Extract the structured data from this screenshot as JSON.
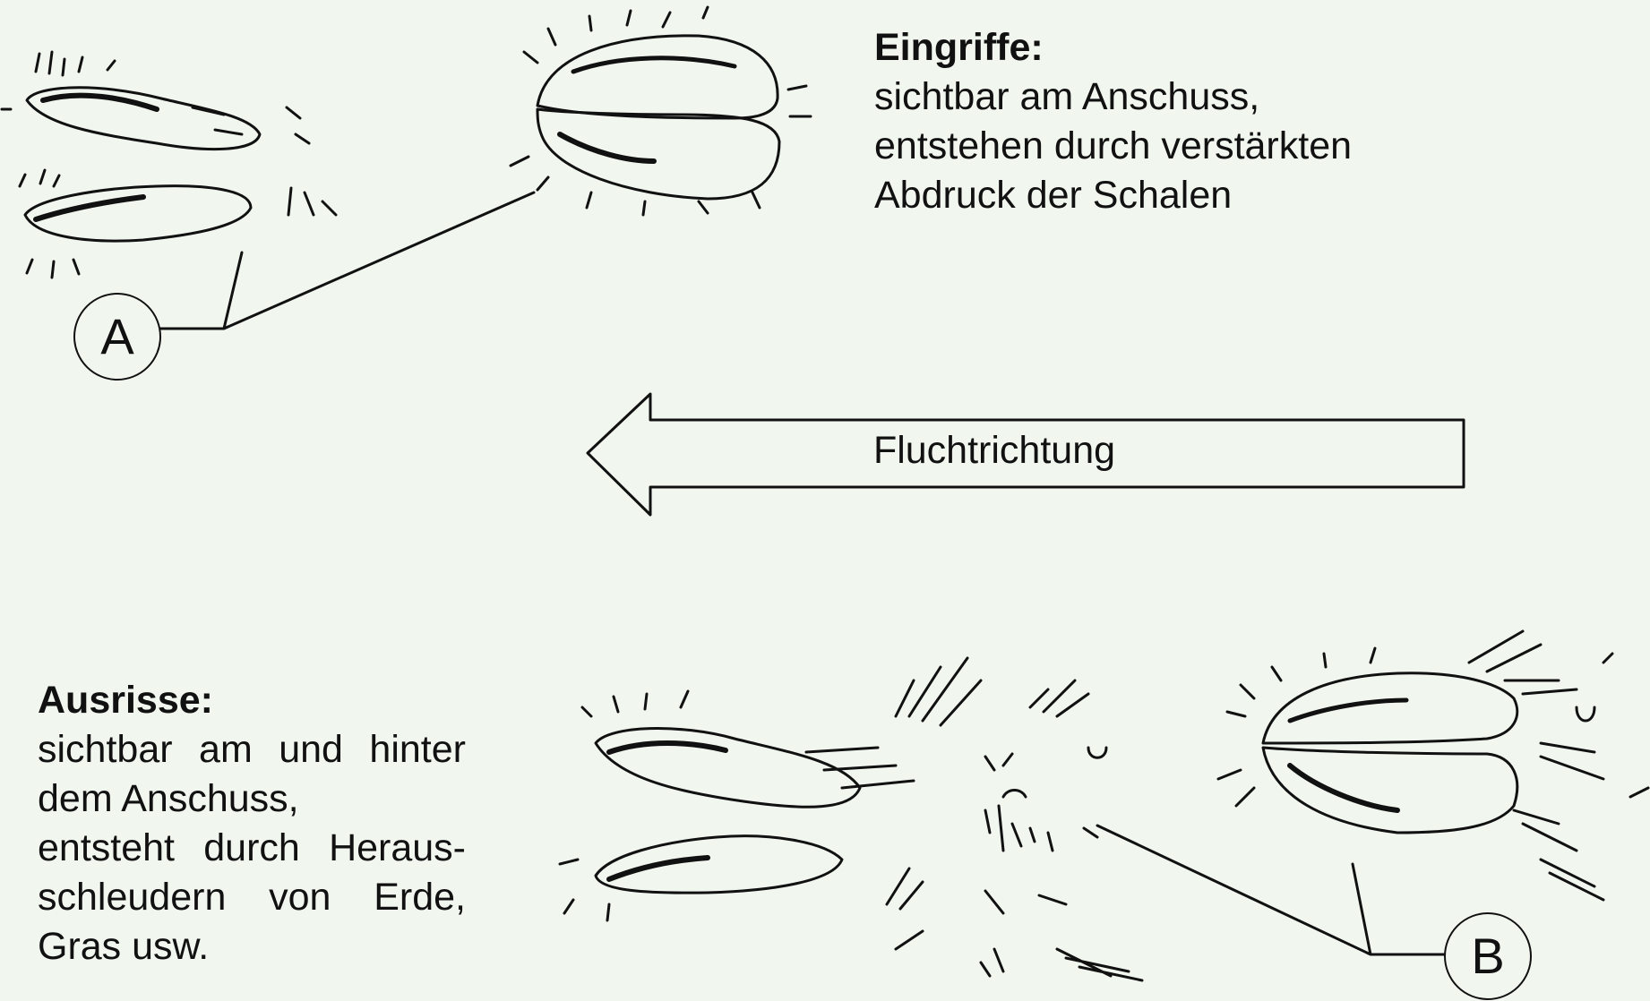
{
  "eingriffe": {
    "heading": "Eingriffe:",
    "lines": [
      "sichtbar am Anschuss,",
      "entstehen durch verstärkten",
      "Abdruck der Schalen"
    ]
  },
  "ausrisse": {
    "heading": "Ausrisse:",
    "lines": [
      "sichtbar am und hinter",
      "dem Anschuss,",
      "entsteht durch Heraus-",
      "schleudern von Erde,",
      "Gras usw."
    ]
  },
  "arrow": {
    "label": "Fluchtrichtung"
  },
  "markers": {
    "a": "A",
    "b": "B"
  }
}
